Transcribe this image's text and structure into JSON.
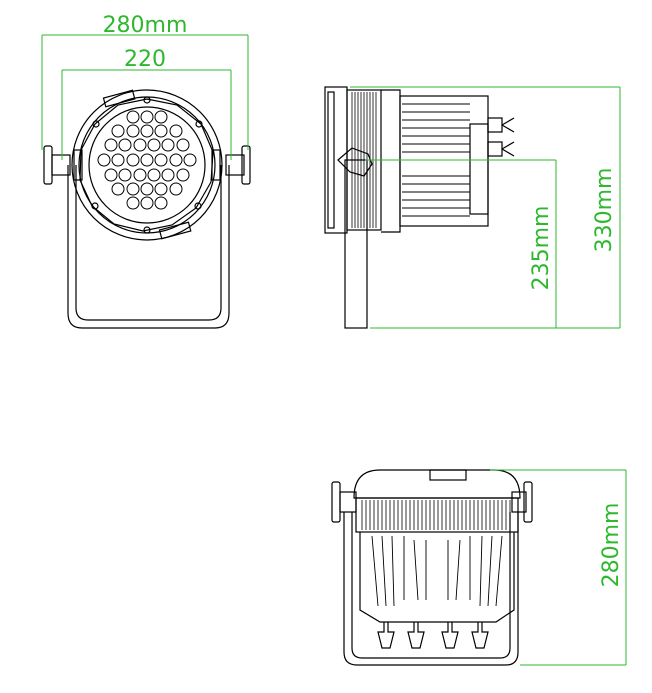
{
  "dimensions": {
    "overall_width": "280mm",
    "bracket_width": "220",
    "side_height": "330mm",
    "pivot_height": "235mm",
    "bottom_width": "280mm"
  },
  "colors": {
    "linework": "#000000",
    "dimension": "#2db82d"
  }
}
